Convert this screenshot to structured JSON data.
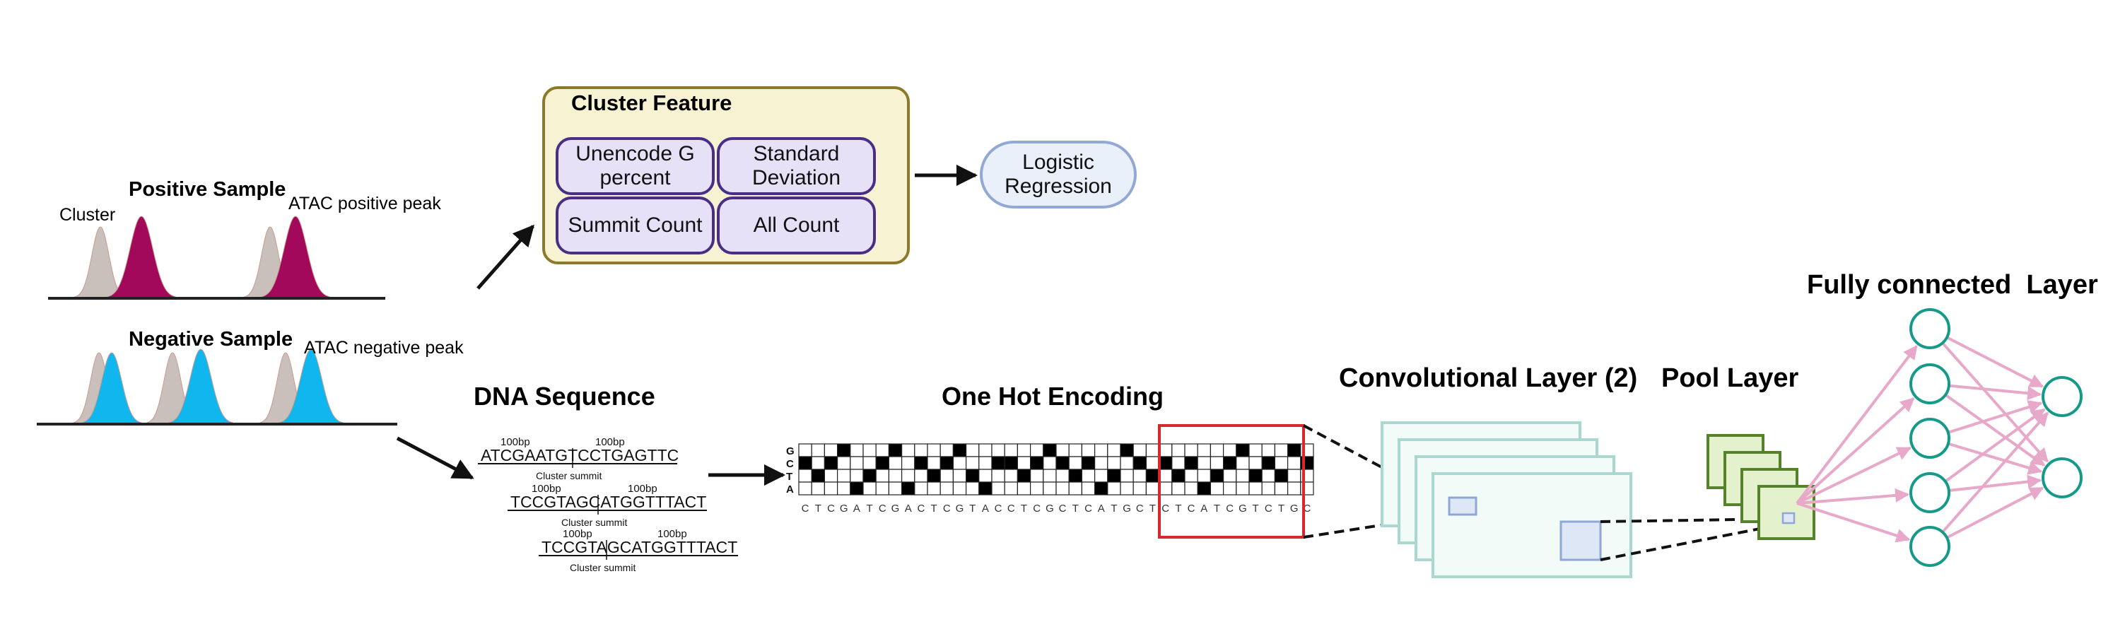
{
  "samples": {
    "positive_title": "Positive Sample",
    "negative_title": "Negative Sample",
    "cluster_label": "Cluster",
    "atac_positive_label": "ATAC positive peak",
    "atac_negative_label": "ATAC negative peak"
  },
  "cluster_feature": {
    "title": "Cluster Feature",
    "features": [
      "Unencode G\npercent",
      "Standard\nDeviation",
      "Summit Count",
      "All Count"
    ]
  },
  "logistic_regression": "Logistic\nRegression",
  "dna": {
    "title": "DNA Sequence",
    "sequences": [
      "ATCGAATGTCCTGAGTTC",
      "TCCGTAGCATGGTTTACT",
      "TCCGTAGCATGGTTTACT"
    ],
    "bp_label": "100bp",
    "summit_label": "Cluster summit"
  },
  "one_hot": {
    "title": "One Hot Encoding",
    "row_labels": [
      "G",
      "C",
      "T",
      "A"
    ],
    "sequence": "CTCGATCGACTCGTACCTCGCTCATGCTCTCATCGTCTGC"
  },
  "conv": {
    "title": "Convolutional Layer (2)"
  },
  "pool": {
    "title": "Pool Layer"
  },
  "fc": {
    "title": "Fully connected  Layer"
  },
  "colors": {
    "positive_peak": "#a3095b",
    "negative_peak": "#10b7ef",
    "cluster_peak": "#c9bfbb",
    "highlight": "#d9272e",
    "fc_node": "#159a8a",
    "fc_edge": "#e7a8c9",
    "pool_fill": "#e3f1cc",
    "pool_border": "#55822b",
    "conv_fill": "#f3fbf9",
    "conv_border": "#a9d8cf"
  }
}
